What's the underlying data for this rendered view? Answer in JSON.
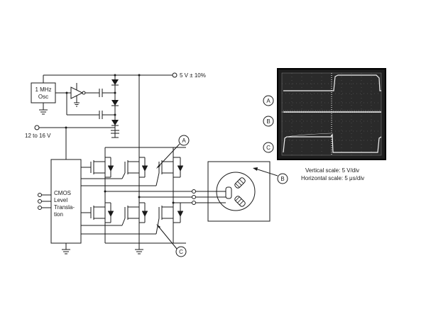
{
  "circuit": {
    "oscillator_label_line1": "1 MHz",
    "oscillator_label_line2": "Osc",
    "supply_5v_label": "5 V ± 10%",
    "supply_12v_label": "12 to 16 V",
    "cmos_label_line1": "CMOS",
    "cmos_label_line2": "Level",
    "cmos_label_line3": "Transla-",
    "cmos_label_line4": "tion",
    "probe_a": "A",
    "probe_b": "B",
    "probe_c": "C"
  },
  "oscilloscope": {
    "trace_labels": [
      "A",
      "B",
      "C"
    ],
    "vertical_scale": "Vertical scale: 5 V/div",
    "horizontal_scale": "Horizontal scale: 5 μs/div"
  }
}
